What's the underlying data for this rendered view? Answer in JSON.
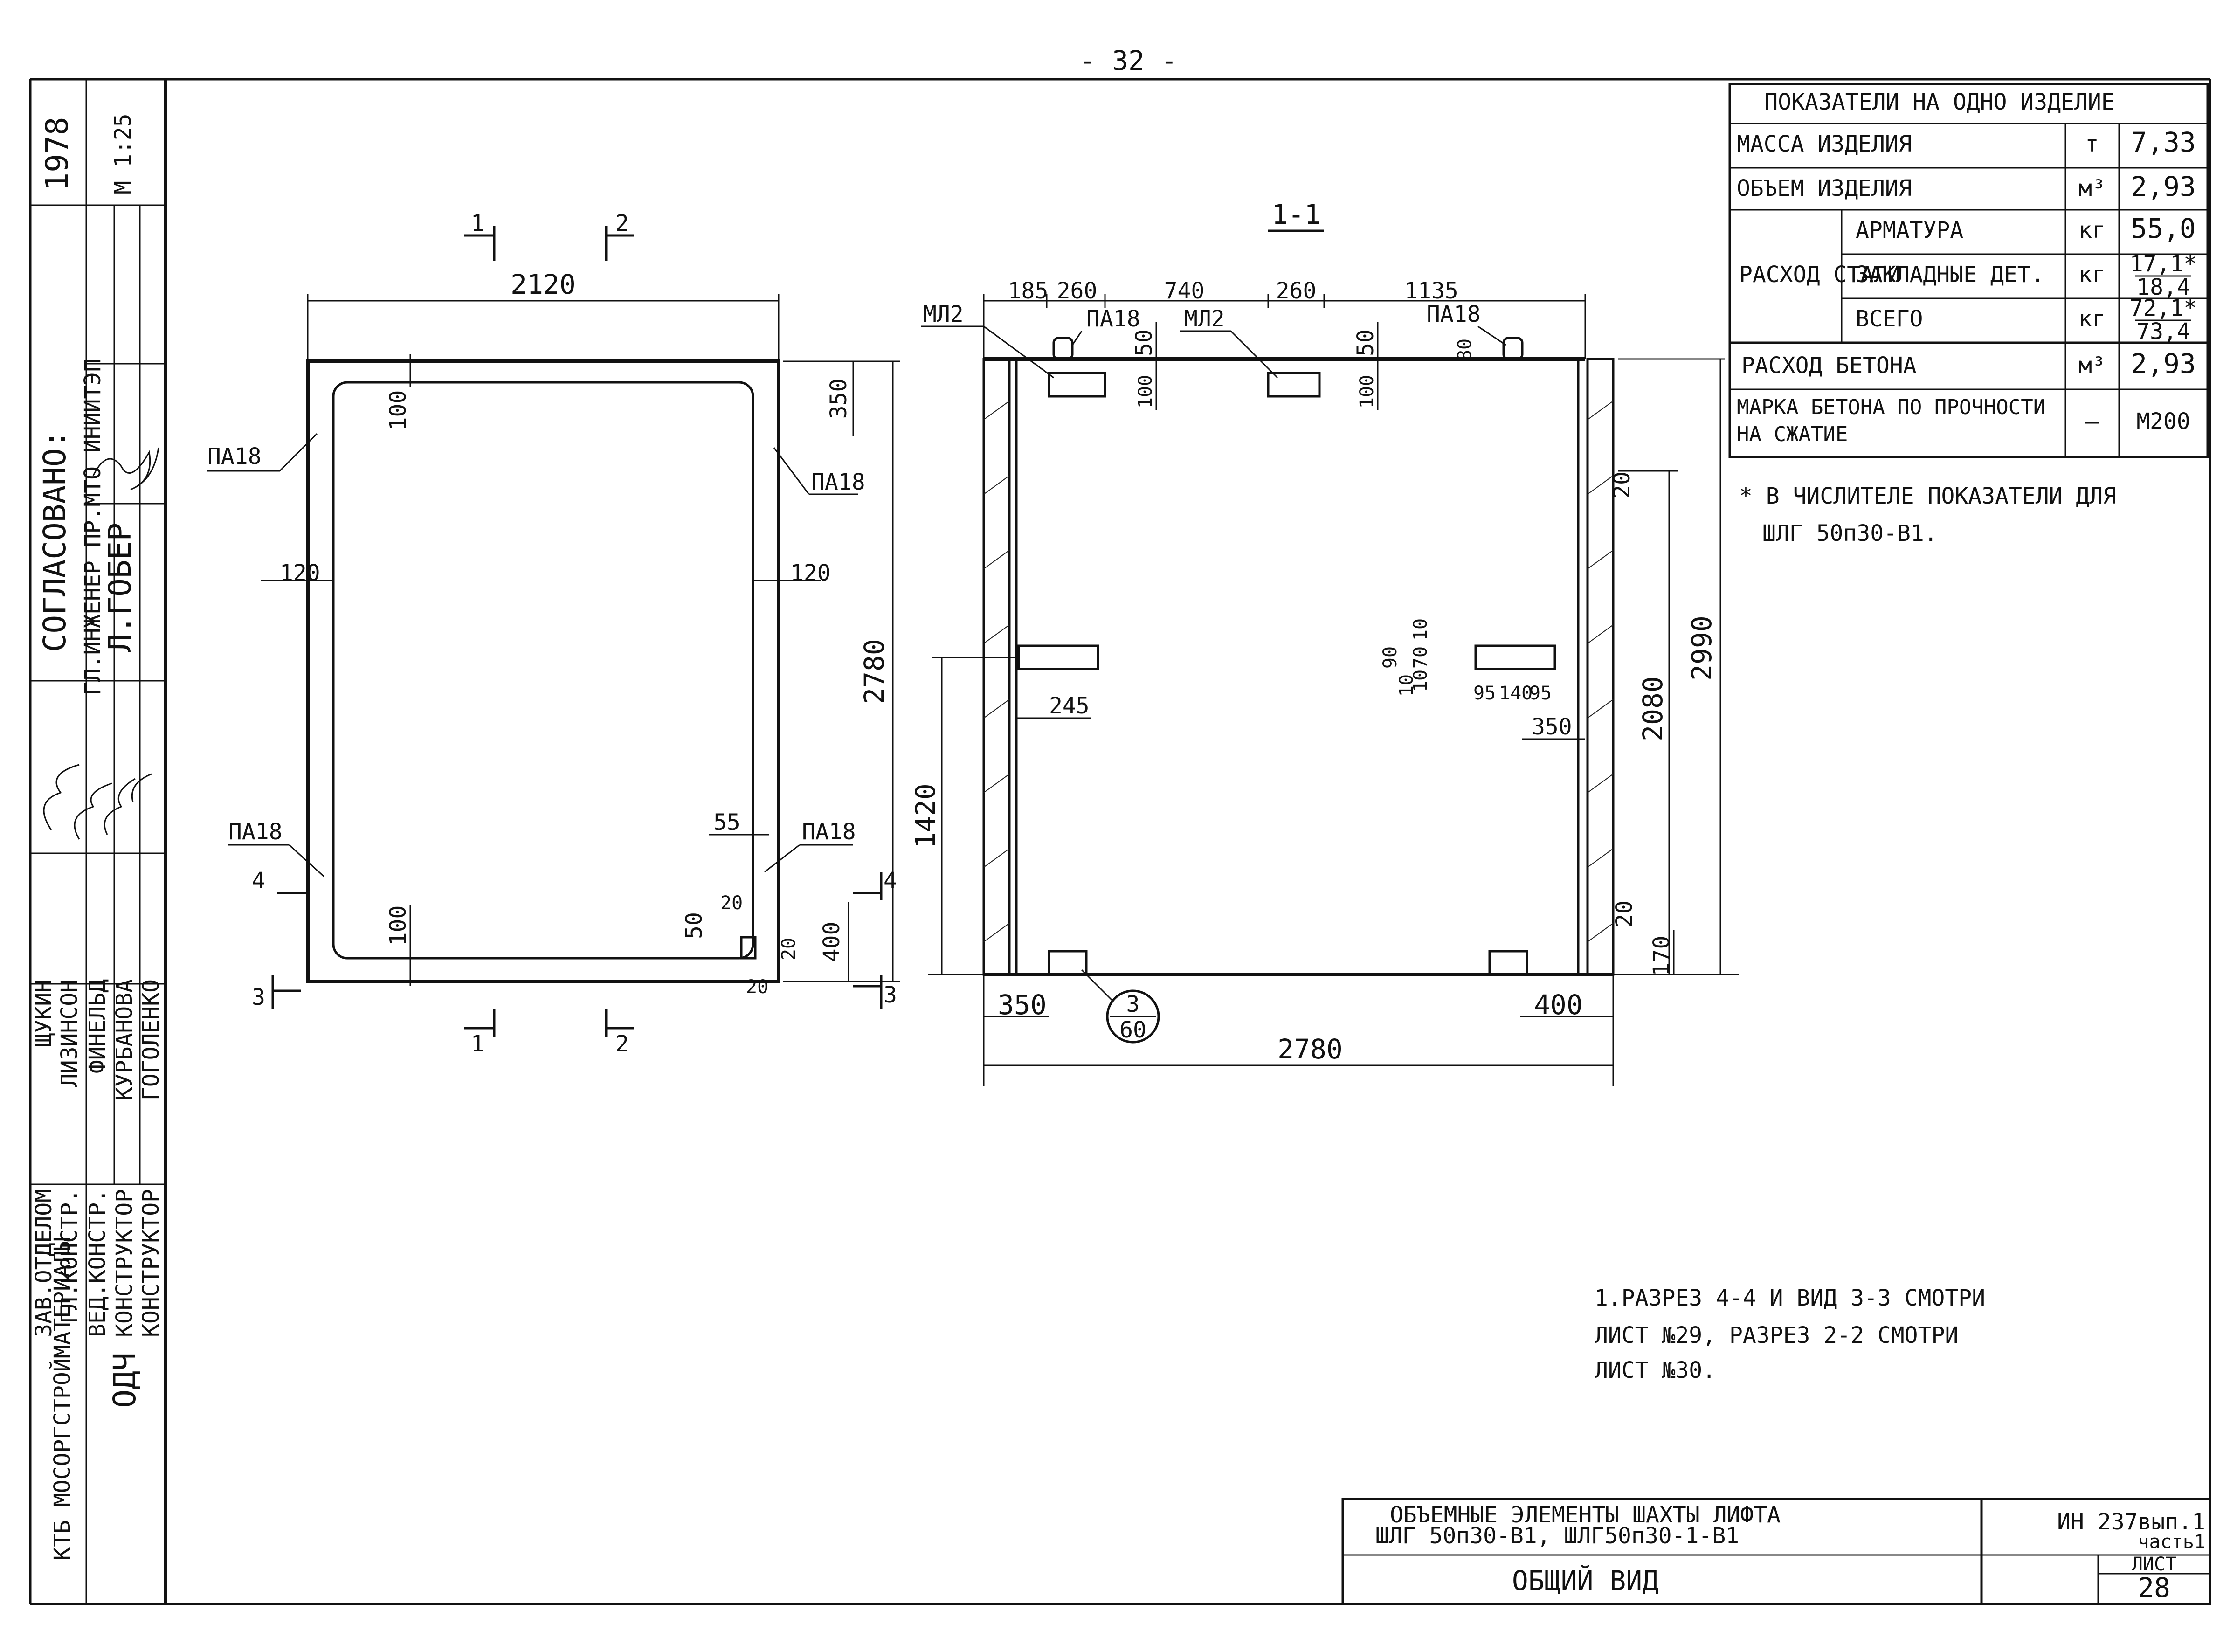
{
  "page_number": "- 32 -",
  "left_stamp": {
    "year": "1978",
    "scale": "М 1:25",
    "agreed": "СОГЛАСОВАНО:",
    "chief_engineer_title": "ГЛ.ИНЖЕНЕР ПР.МТО ИНИИТЭП",
    "chief_engineer_name": "Л.ГОБЕР",
    "roles": [
      "ЗАВ.ОТДЕЛОМ",
      "ГЛ.КОНСТР.",
      "ВЕД.КОНСТР.",
      "КОНСТРУКТОР",
      "КОНСТРУКТОР"
    ],
    "names": [
      "ЩУКИН",
      "ЛИЗИНСОН",
      "ФИНЕЛЬД",
      "КУРБАНОВА",
      "ГОГОЛЕНКО"
    ],
    "org": "КТБ МОСОРГСТРОЙМАТЕРИАЛЫ",
    "dept": "ОДЧ"
  },
  "plan_view": {
    "overall_width": "2120",
    "overall_height": "2780",
    "dims": [
      "100",
      "350",
      "120",
      "120",
      "55",
      "50",
      "20",
      "20",
      "20",
      "400",
      "100"
    ],
    "labels": [
      "ПА18",
      "ПА18",
      "ПА18",
      "ПА18"
    ],
    "section_marks": [
      "1",
      "2",
      "1",
      "2",
      "3",
      "3",
      "4",
      "4"
    ]
  },
  "section_view": {
    "title": "1-1",
    "top_dims": [
      "185",
      "260",
      "740",
      "260",
      "1135"
    ],
    "labels": [
      "МЛ2",
      "МЛ2",
      "ПА18",
      "ПА18"
    ],
    "dims": [
      "50",
      "100",
      "50",
      "100",
      "80",
      "20",
      "2990",
      "2080",
      "1420",
      "245",
      "90",
      "10",
      "70",
      "10",
      "10",
      "95",
      "140",
      "95",
      "350",
      "20",
      "170",
      "350",
      "400"
    ],
    "overall_length": "2780",
    "callout_top": "3",
    "callout_bottom": "60"
  },
  "indicators_table": {
    "header": "ПОКАЗАТЕЛИ НА ОДНО ИЗДЕЛИЕ",
    "rows": [
      {
        "name": "МАССА ИЗДЕЛИЯ",
        "unit": "т",
        "value": "7,33"
      },
      {
        "name": "ОБЪЕМ ИЗДЕЛИЯ",
        "unit": "м³",
        "value": "2,93"
      },
      {
        "name": "АРМАТУРА",
        "unit": "кг",
        "value": "55,0"
      },
      {
        "name": "ЗАКЛАДНЫЕ ДЕТ.",
        "unit": "кг",
        "value": "17,1*",
        "value2": "18,4"
      },
      {
        "name": "ВСЕГО",
        "unit": "кг",
        "value": "72,1*",
        "value2": "73,4"
      },
      {
        "name": "РАСХОД БЕТОНА",
        "unit": "м³",
        "value": "2,93"
      },
      {
        "name": "МАРКА БЕТОНА ПО ПРОЧНОСТИ НА СЖАТИЕ",
        "unit": "—",
        "value": "М200"
      }
    ],
    "group_label": "РАСХОД СТАЛИ",
    "footnote_line1": "* В ЧИСЛИТЕЛЕ ПОКАЗАТЕЛИ ДЛЯ",
    "footnote_line2": "ШЛГ 50п30-В1."
  },
  "notes": {
    "line1": "1.РАЗРЕЗ 4-4 И ВИД 3-3 СМОТРИ",
    "line2": "ЛИСТ №29, РАЗРЕЗ 2-2 СМОТРИ",
    "line3": "ЛИСТ №30."
  },
  "title_block": {
    "title_line1": "ОБЪЕМНЫЕ ЭЛЕМЕНТЫ ШАХТЫ ЛИФТА",
    "title_line2": "ШЛГ 50п30-В1, ШЛГ50п30-1-В1",
    "subtitle": "ОБЩИЙ ВИД",
    "code": "ИН 237вып.1",
    "part": "часть1",
    "sheet_label": "ЛИСТ",
    "sheet_number": "28"
  }
}
